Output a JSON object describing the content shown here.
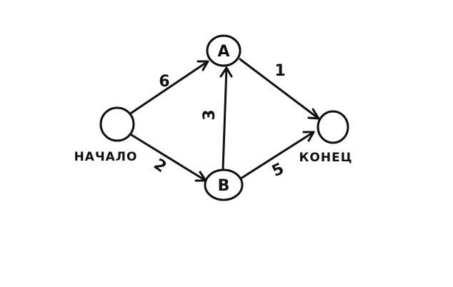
{
  "graph": {
    "nodes": {
      "start": {
        "letter": "",
        "label": "НАЧАЛО"
      },
      "a": {
        "letter": "A",
        "label": ""
      },
      "b": {
        "letter": "B",
        "label": ""
      },
      "end": {
        "letter": "",
        "label": "КОНЕЦ"
      }
    },
    "edges": [
      {
        "from": "start",
        "to": "a",
        "weight": "6"
      },
      {
        "from": "start",
        "to": "b",
        "weight": "2"
      },
      {
        "from": "b",
        "to": "a",
        "weight": "3"
      },
      {
        "from": "a",
        "to": "end",
        "weight": "1"
      },
      {
        "from": "b",
        "to": "end",
        "weight": "5"
      }
    ]
  }
}
